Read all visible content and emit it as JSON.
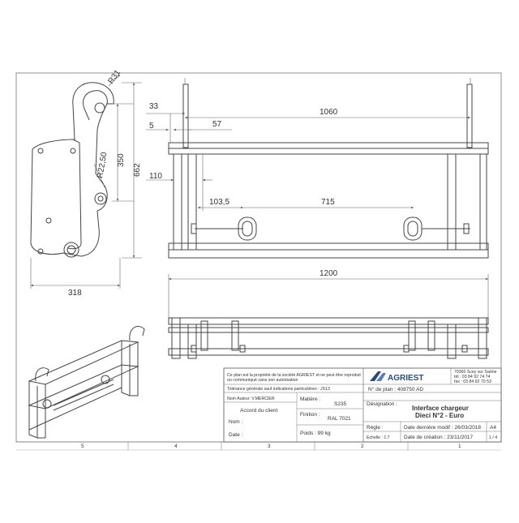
{
  "dimensions": {
    "r31": "R31",
    "r22_50": "R22,50",
    "d350": "350",
    "d662": "662",
    "d318": "318",
    "d33": "33",
    "d5": "5",
    "d57": "57",
    "d1060": "1060",
    "d110": "110",
    "d103_5": "103,5",
    "d715": "715",
    "d1200": "1200"
  },
  "grid": {
    "columns": [
      "5",
      "4",
      "3",
      "2",
      "1"
    ]
  },
  "title_block": {
    "notice_line1": "Ce plan est la propriété de la société AGRIEST et ne peut être reproduit",
    "notice_line2": "ou communiqué sans son autorisation",
    "tolerance": "Tolérance générale sauf indications particulières : JS13",
    "author": "Nom Auteur: V.MERCIER",
    "client_agreement": "Accord du client",
    "client_name_label": "Nom :",
    "client_date_label": "Date :",
    "material_label": "Matière :",
    "material_value": "S235",
    "finish_label": "Finition :",
    "finish_value": "RAL 7021",
    "weight": "Poids : 99 kg",
    "company": "AGRIEST",
    "address_line1": "70360 Scey sur Saône",
    "address_line2": "tél : 03 84 92 74 74",
    "address_line3": "fax : 03 84 92 70 53",
    "plan_number": "N° de plan : 408750 AD",
    "designation_label": "Désignation :",
    "designation_line1": "Interface chargeur",
    "designation_line2": "Dieci N°2 - Euro",
    "scale_label": "Echelle : 1:7",
    "rule_label": "Règle :",
    "last_modified": "Date dernière modif : 26/03/2018",
    "format": "A4",
    "creation_date": "Date de création : 23/11/2017",
    "sheet": "1 / 4"
  }
}
